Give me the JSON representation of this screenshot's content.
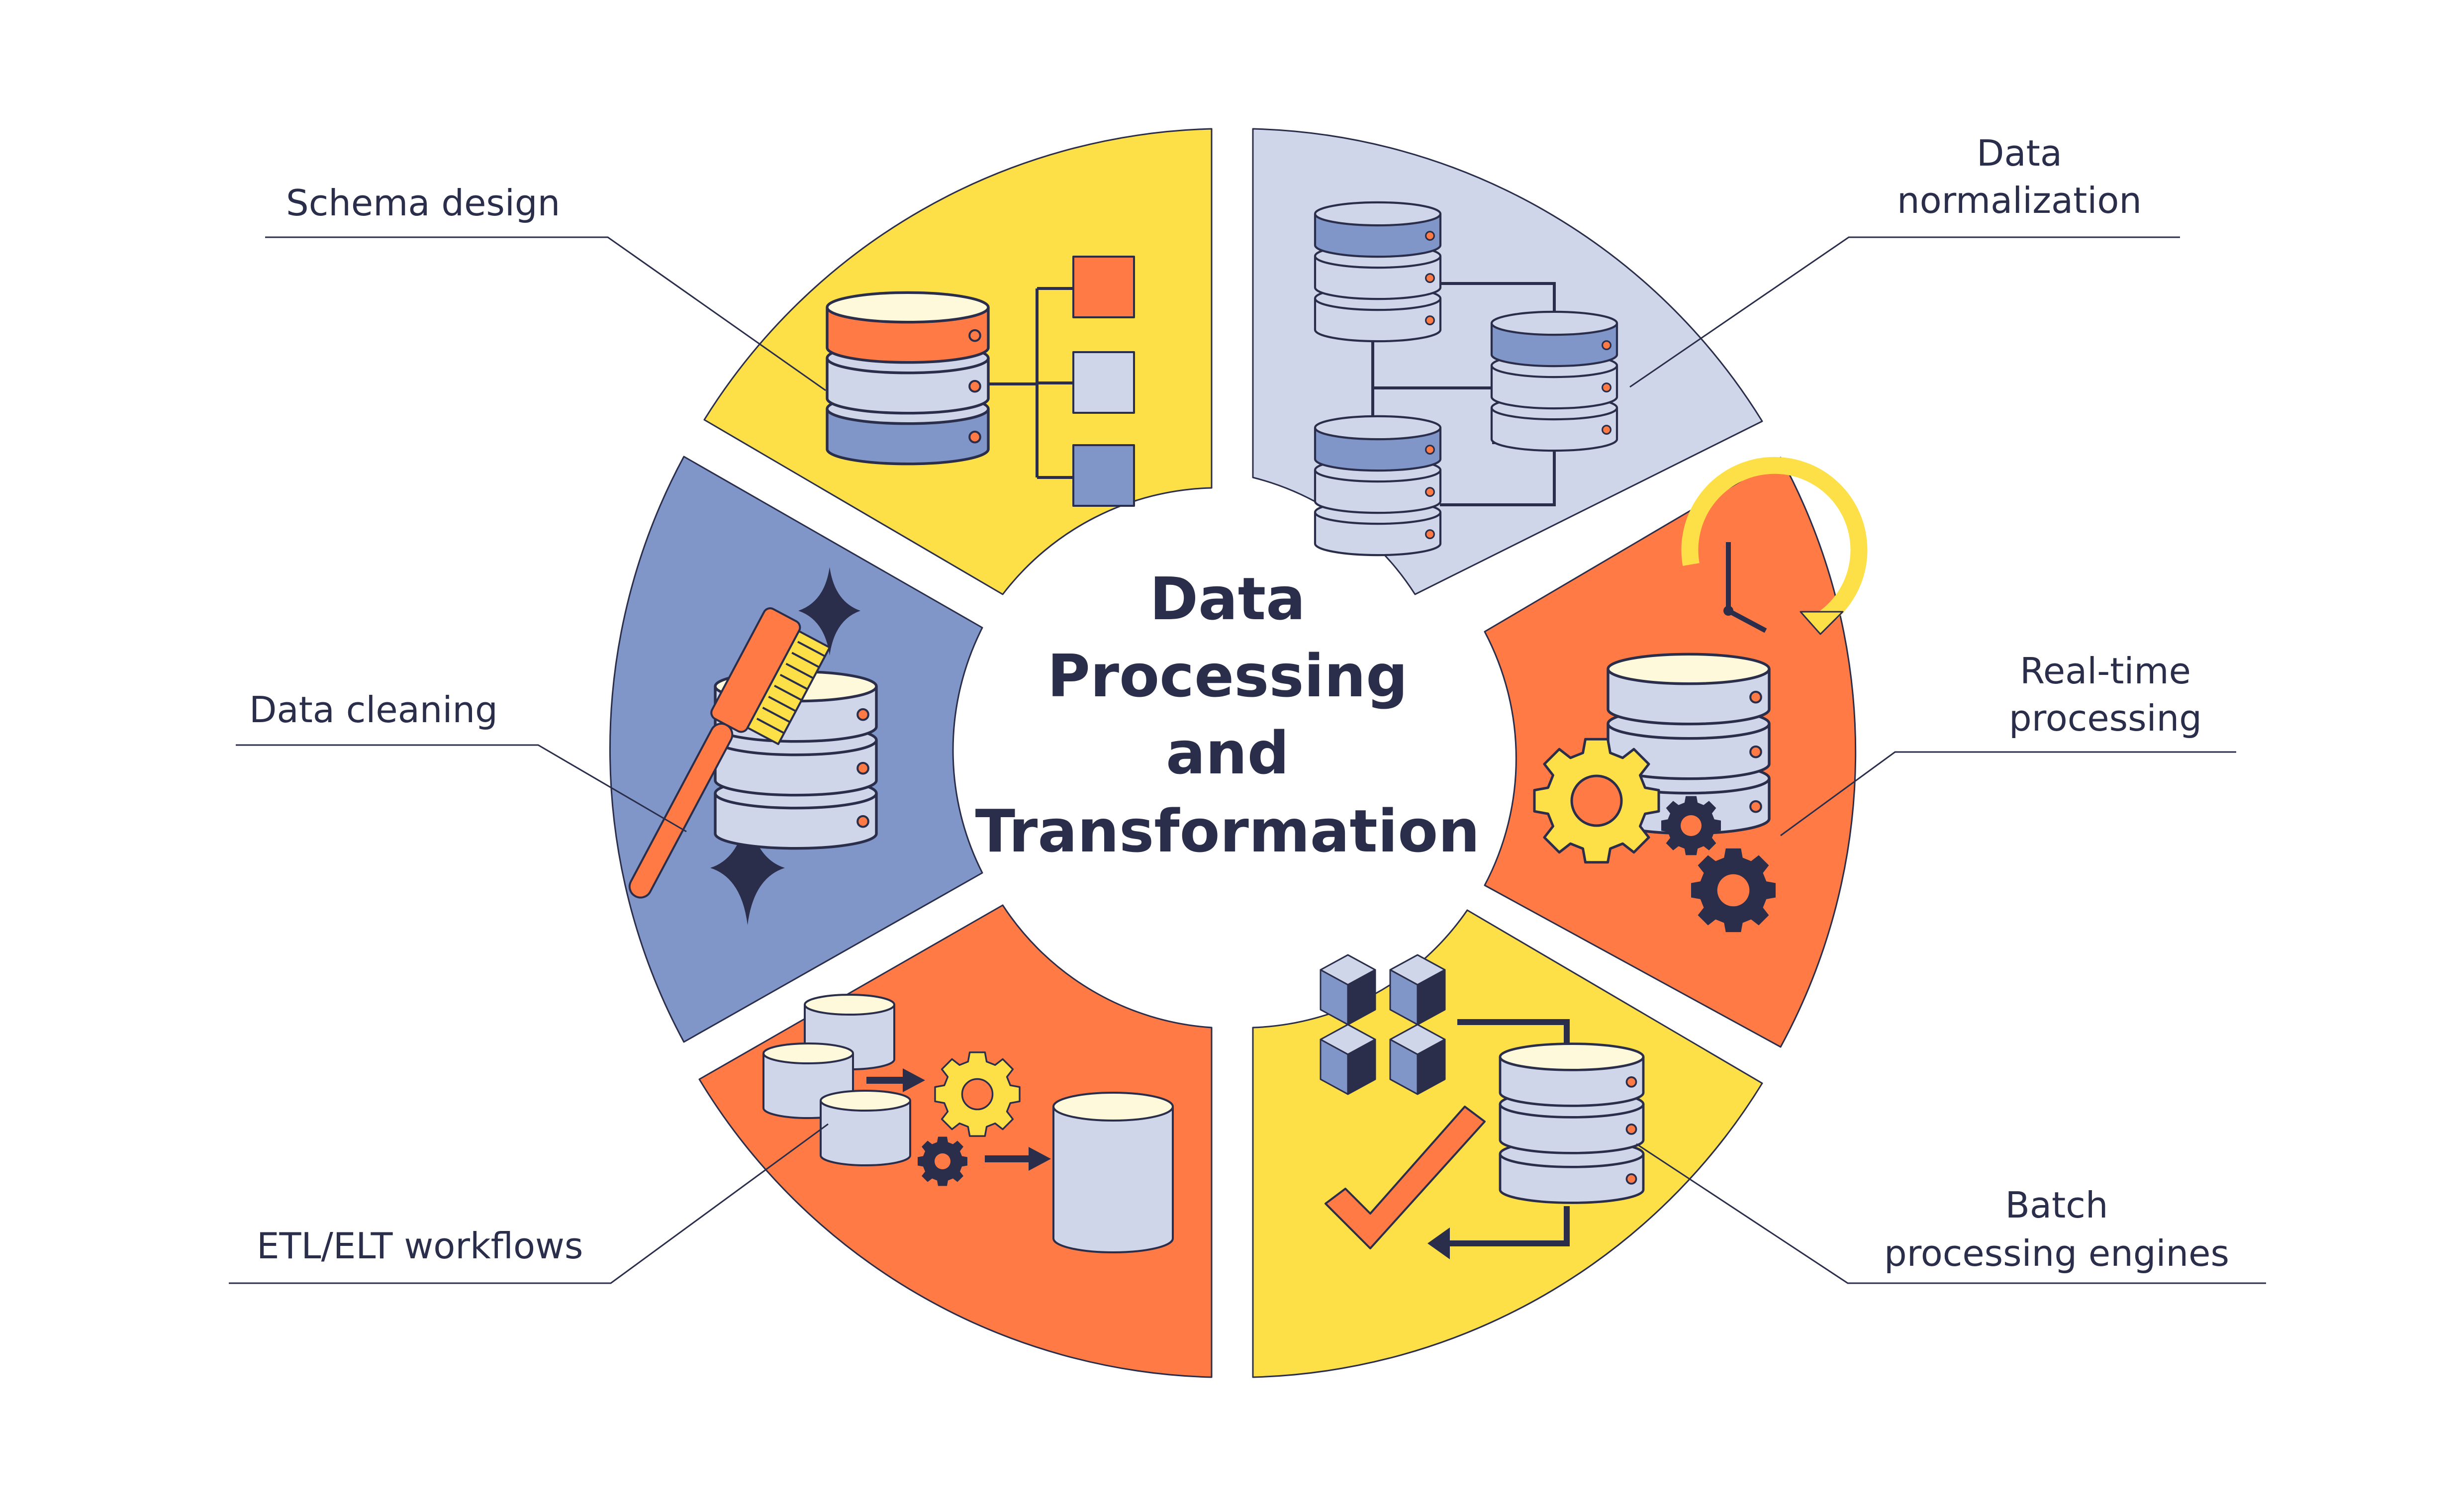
{
  "center_title": {
    "line1": "Data",
    "line2": "Processing",
    "line3": "and",
    "line4": "Transformation"
  },
  "labels": {
    "schema_design": "Schema design",
    "data_normalization_line1": "Data",
    "data_normalization_line2": "normalization",
    "real_time_line1": "Real-time",
    "real_time_line2": "processing",
    "batch_line1": "Batch",
    "batch_line2": "processing engines",
    "etl_elt": "ETL/ELT workflows",
    "data_cleaning": "Data cleaning"
  },
  "colors": {
    "yellow": "#fde047",
    "orange": "#ff7a45",
    "blue": "#8096c8",
    "lavender": "#d0d6ea",
    "navy": "#2b2e4a",
    "cream": "#fdf9da"
  }
}
